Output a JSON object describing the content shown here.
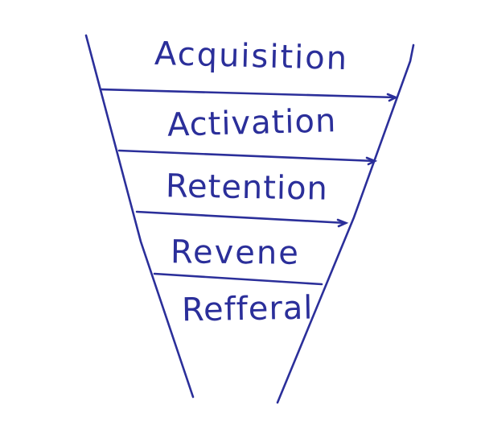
{
  "funnel": {
    "stages": [
      {
        "label": "Acquisition"
      },
      {
        "label": "Activation"
      },
      {
        "label": "Retention"
      },
      {
        "label": "Revene"
      },
      {
        "label": "Refferal"
      }
    ]
  },
  "colors": {
    "ink": "#2b2f9a",
    "background": "#ffffff"
  }
}
